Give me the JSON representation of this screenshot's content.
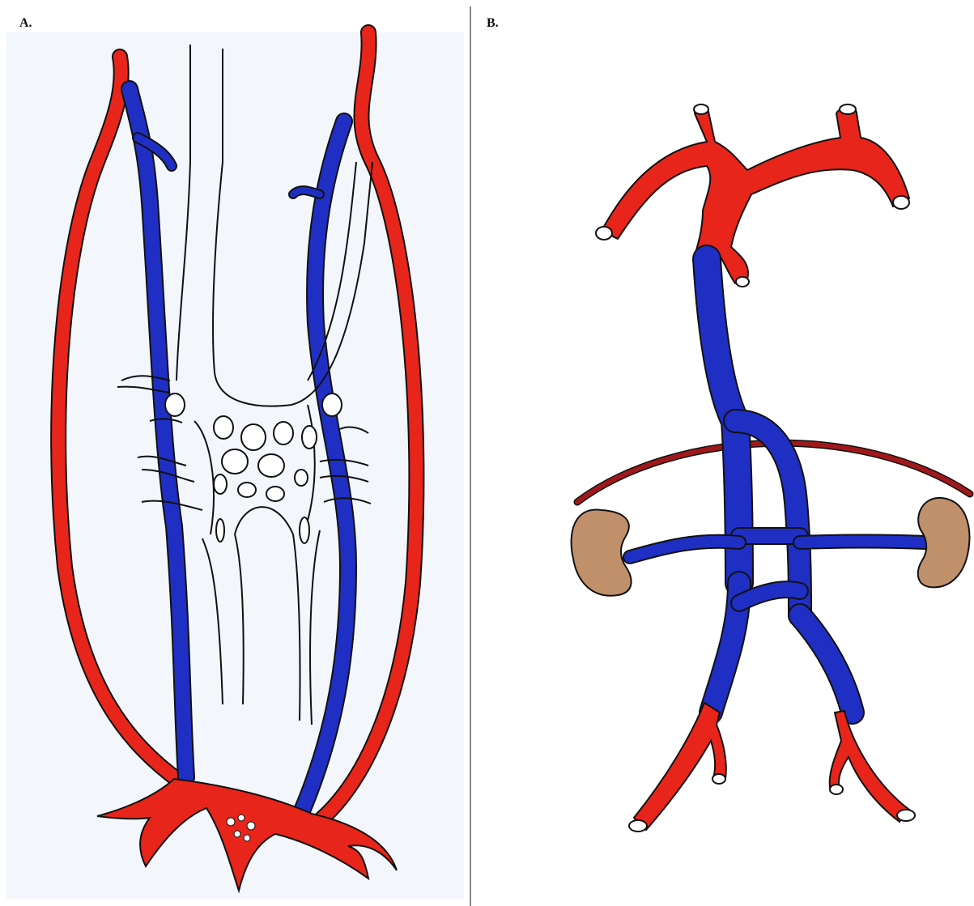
{
  "panels": [
    {
      "id": "A",
      "label": "A."
    },
    {
      "id": "B",
      "label": "B."
    }
  ],
  "colors": {
    "artery": "#e8251b",
    "vein": "#1f2fc4",
    "outline": "#111111",
    "kidney": "#c0906a",
    "renal_vessel_arc": "#a0181b",
    "background": "#ffffff",
    "panel_a_tint": "#f3f6fb",
    "divider": "#8a8a8a"
  },
  "icons": {
    "panel_a": [
      "artery-vessel",
      "vein-vessel",
      "lymphatic-network"
    ],
    "panel_b": [
      "aortic-arch",
      "vena-cava",
      "renal-vein",
      "kidney",
      "iliac-artery"
    ]
  }
}
